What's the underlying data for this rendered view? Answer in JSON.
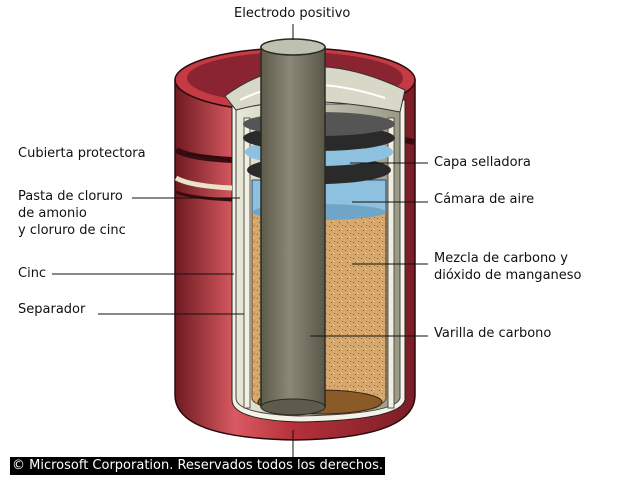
{
  "labels": {
    "electrodo_positivo": "Electrodo positivo",
    "cubierta_protectora": "Cubierta protectora",
    "pasta_line1": "Pasta de cloruro",
    "pasta_line2": "de amonio",
    "pasta_line3": "y cloruro de cinc",
    "cinc": "Cinc",
    "separador": "Separador",
    "capa_selladora": "Capa selladora",
    "camara_de_aire": "Cámara de aire",
    "mezcla_line1": "Mezcla de carbono y",
    "mezcla_line2": "dióxido de manganeso",
    "varilla_de_carbono": "Varilla de carbono"
  },
  "copyright": "© Microsoft Corporation. Reservados todos los derechos.",
  "colors": {
    "casing_red": "#b5303a",
    "casing_dark": "#6e1a20",
    "zinc": "#c8c8b0",
    "air_chamber": "#8ec0df",
    "mixture": "#d7a86e",
    "carbon_rod": "#7d7a6a",
    "seal": "#2a2a2a",
    "top_cap": "#d8d8c8"
  }
}
